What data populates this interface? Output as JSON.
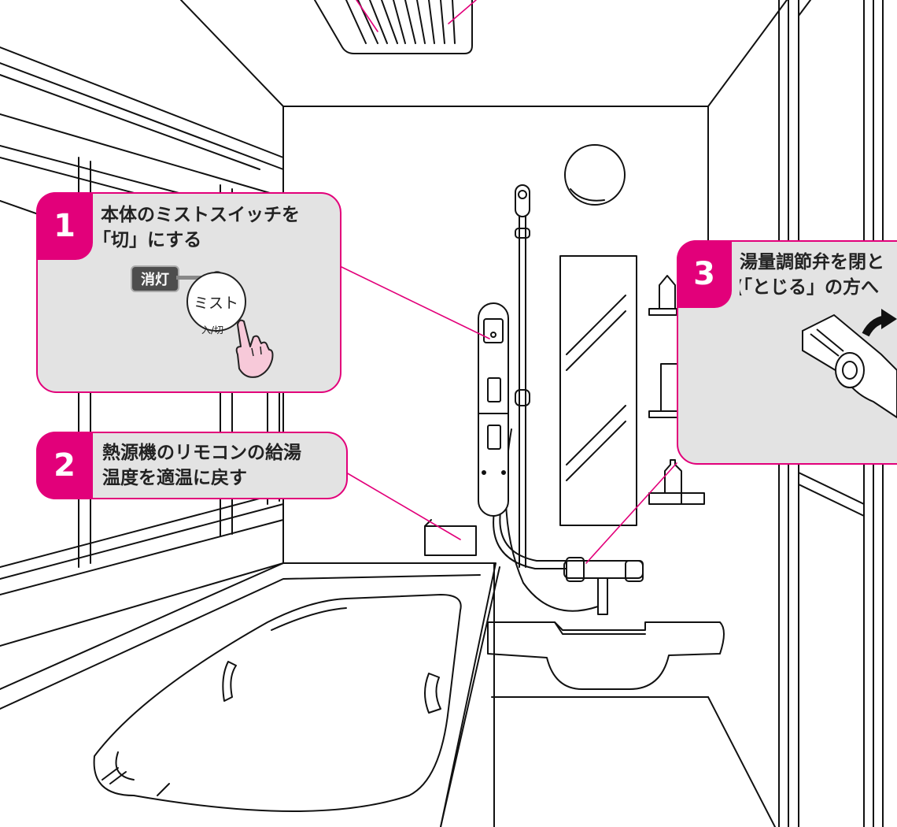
{
  "colors": {
    "accent": "#e2007a",
    "callout_bg": "#e3e3e3",
    "label_bg": "#4d4d4d"
  },
  "steps": [
    {
      "number": "1",
      "line1": "本体のミストスイッチを",
      "line2": "「切」にする"
    },
    {
      "number": "2",
      "line1": "熱源機のリモコンの給湯",
      "line2": "温度を適温に戻す"
    },
    {
      "number": "3",
      "line1": "湯量調節弁を閉と",
      "line2": "(「とじる」の方へ"
    }
  ],
  "switch_panel": {
    "light_label": "消灯",
    "button_label": "ミスト",
    "button_caption": "入/切"
  },
  "icons": [
    "pointing-hand-icon",
    "valve-rotate-arrow-icon"
  ]
}
